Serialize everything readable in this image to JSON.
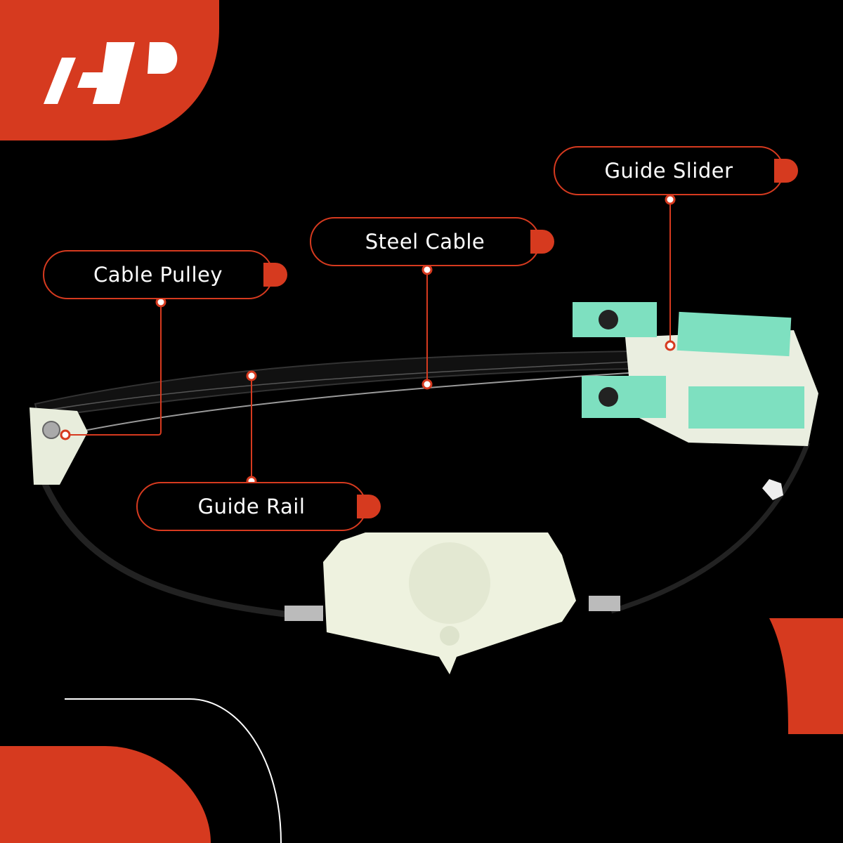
{
  "brand": {
    "logo_text": "A-P",
    "accent": "#d63a1f"
  },
  "labels": {
    "guide_slider": "Guide Slider",
    "steel_cable": "Steel Cable",
    "cable_pulley": "Cable Pulley",
    "guide_rail": "Guide Rail"
  }
}
